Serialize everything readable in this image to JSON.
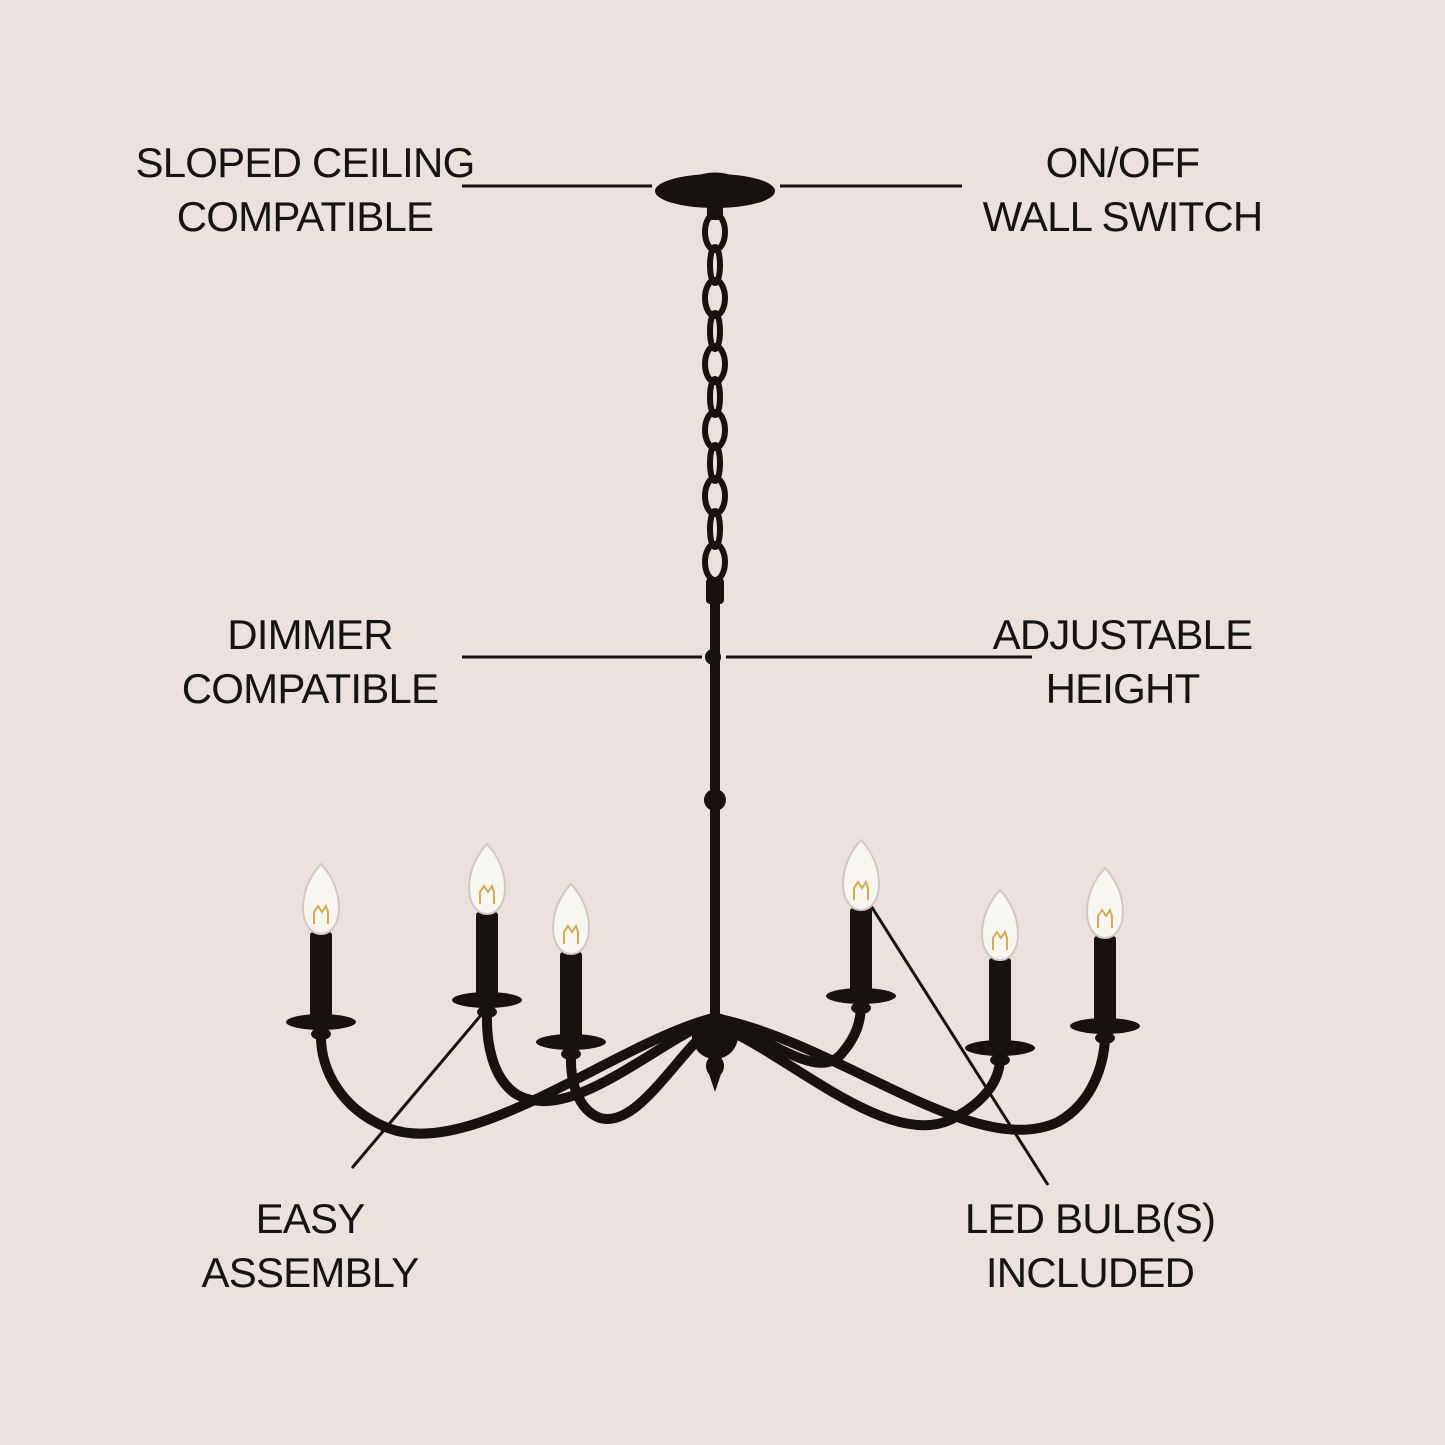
{
  "colors": {
    "background": "#ece2dd",
    "text": "#141414",
    "metal": "#171310",
    "bulb_glass": "#f8f6f1",
    "filament": "#d8a94e"
  },
  "callouts": {
    "sloped_ceiling": {
      "line1": "SLOPED CEILING",
      "line2": "COMPATIBLE"
    },
    "wall_switch": {
      "line1": "ON/OFF",
      "line2": "WALL SWITCH"
    },
    "dimmer": {
      "line1": "DIMMER",
      "line2": "COMPATIBLE"
    },
    "adjustable": {
      "line1": "ADJUSTABLE",
      "line2": "HEIGHT"
    },
    "easy_assembly": {
      "line1": "EASY",
      "line2": "ASSEMBLY"
    },
    "led_bulbs": {
      "line1": "LED BULB(S)",
      "line2": "INCLUDED"
    }
  }
}
